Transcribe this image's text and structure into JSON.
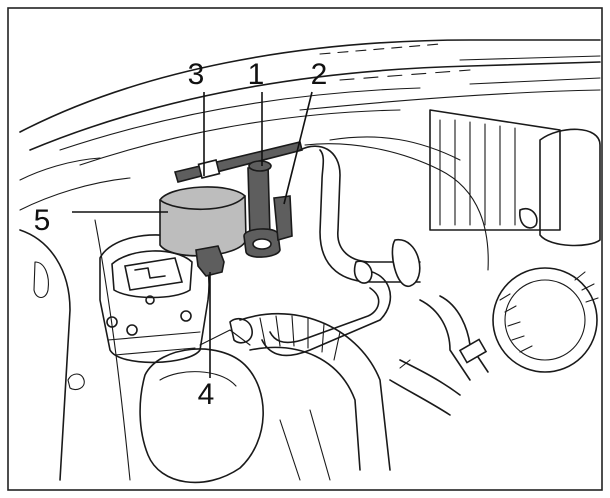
{
  "diagram": {
    "callouts": [
      {
        "id": "1",
        "text": "1"
      },
      {
        "id": "2",
        "text": "2"
      },
      {
        "id": "3",
        "text": "3"
      },
      {
        "id": "4",
        "text": "4"
      },
      {
        "id": "5",
        "text": "5"
      }
    ],
    "colors": {
      "line": "#1a1a1a",
      "highlight_dark": "#5e5e5e",
      "highlight_light": "#bdbdbd",
      "background": "#ffffff"
    }
  }
}
